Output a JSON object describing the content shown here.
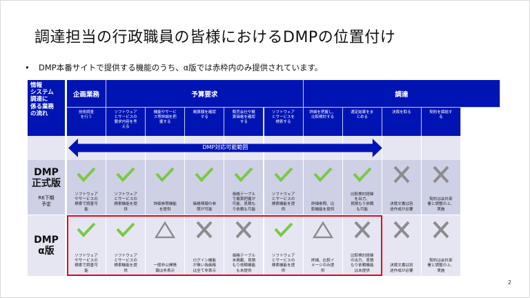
{
  "slide": {
    "title": "調達担当の行政職員の皆様におけるDMPの位置付け",
    "bullet": "DMP本番サイトで提供する機能のうち、α版では赤枠内のみ提供されています。",
    "page_number": "2"
  },
  "table": {
    "corner_label": "情報\nシステム\n調達に\n係る業務\nの流れ",
    "phases": [
      {
        "label": "企画業務",
        "span": 1
      },
      {
        "label": "予算要求",
        "span": 5
      },
      {
        "label": "調達",
        "span": 5
      }
    ],
    "steps": [
      "技術調査\nを行う",
      "ソフトウェア\nとサービスの\n要求内容を考\nえる",
      "機能やサービ\nス等詳細を把\n握する",
      "概算額を確認\nする",
      "販売会社や概\n算価格を確認\nする",
      "ソフトウェア\nとサービスを\n検索する",
      "詳細を把握し、\n比較検討する",
      "選定結果をま\nとめる",
      "決裁を取る",
      "契約を締結す\nる"
    ],
    "range_arrow_label": "DMP対応可能範囲",
    "rows": [
      {
        "label": "DMP\n正式版",
        "sublabel": "R6下期\n予定",
        "cells": [
          {
            "mark": "check",
            "note": "ソフトウェア\nやサービスの\n検索で調査可\n能"
          },
          {
            "mark": "check",
            "note": "ソフトウェア\nとサービスの\n検索機能を提\n供"
          },
          {
            "mark": "check",
            "note": "詳細参照機能\nを提供"
          },
          {
            "mark": "check",
            "note": "価格情報の参\n照が可能"
          },
          {
            "mark": "check",
            "note": "価格テーブル\nで概算把握が\n可能、見積も\nり依頼も可能"
          },
          {
            "mark": "check",
            "note": "ソフトウェア\nとサービスの\n検索機能を提\n供"
          },
          {
            "mark": "check",
            "note": "詳細参照、比\n較機能を提供"
          },
          {
            "mark": "check",
            "note": "比較検討経緯\nを出力、\n見積もり依頼\nも可能"
          },
          {
            "mark": "cross",
            "note": "決裁文書は別\n途作成が必要"
          },
          {
            "mark": "cross",
            "note": "契約は会計部\n署と調整の上、\n実施"
          }
        ]
      },
      {
        "label": "DMP\nα版",
        "sublabel": "",
        "cells": [
          {
            "mark": "check",
            "note": "ソフトウェア\nやサービスの\n検索で調査可\n能"
          },
          {
            "mark": "check",
            "note": "ソフトウェア\nとサービスの\n検索機能を提\n供"
          },
          {
            "mark": "triangle",
            "note": "一般非公開情\n報は非表示"
          },
          {
            "mark": "cross",
            "note": "ログイン機能\nが無い為価格\nは全て非表示"
          },
          {
            "mark": "cross",
            "note": "価格テーブル\n未掲載、見積\nもり依頼機能\nも未提供"
          },
          {
            "mark": "check",
            "note": "ソフトウェア\nとサービスの\n検索機能を提\n供"
          },
          {
            "mark": "triangle",
            "note": "詳細、比較イ\nメージのみ提\n供"
          },
          {
            "mark": "cross",
            "note": "比較検討経緯\nの出力、見積\nもり依頼機能\nは未提供"
          },
          {
            "mark": "cross",
            "note": "決裁文書は別\n途作成が必要"
          },
          {
            "mark": "cross",
            "note": "契約は会計部\n署と調整の上、\n実施"
          }
        ]
      }
    ]
  },
  "colors": {
    "header_blue": "#0014b4",
    "row_light": "#e6e6f3",
    "row_mid": "#ced0e6",
    "check_green": "#7ac943",
    "mark_gray": "#8c8c8c",
    "highlight_red": "#e60012"
  }
}
